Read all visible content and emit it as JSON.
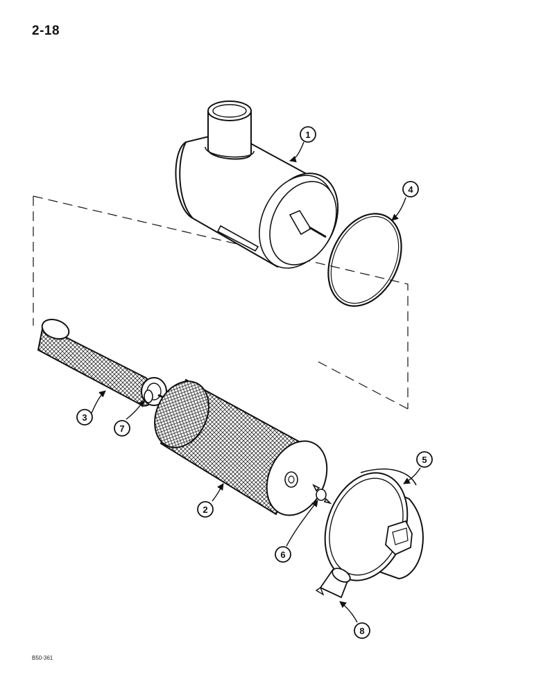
{
  "page": {
    "number": "2-18",
    "figure_code": "B50-361"
  },
  "callouts": [
    "1",
    "2",
    "3",
    "4",
    "5",
    "6",
    "7",
    "8"
  ],
  "colors": {
    "ink": "#111111",
    "paper": "#ffffff",
    "mesh": "#bfbfbf"
  }
}
